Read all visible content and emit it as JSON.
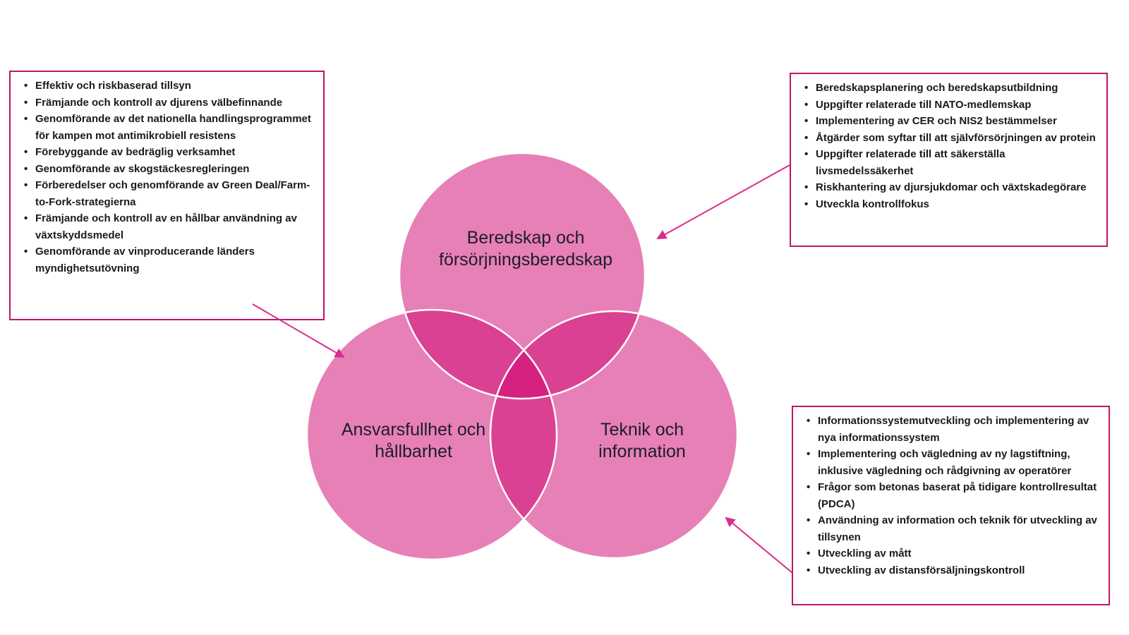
{
  "colors": {
    "circle_fill": "#cf016d",
    "circle_opacity": "0.5",
    "circle_outline": "#ffffff",
    "box_border": "#c31468",
    "arrow": "#d62e8c",
    "text": "#1a1a1a",
    "label_text": "#1d1d28"
  },
  "venn": {
    "circles": [
      {
        "name": "beredskap-och-forsorjningsberedskap",
        "lines": [
          "Beredskap och",
          "försörjningsberedskap"
        ]
      },
      {
        "name": "ansvarsfullhet-och-hallbarhet",
        "lines": [
          "Ansvarsfullhet och",
          "hållbarhet"
        ]
      },
      {
        "name": "teknik-och-information",
        "lines": [
          "Teknik och",
          "information"
        ]
      }
    ]
  },
  "boxes": {
    "left": {
      "items": [
        "Effektiv och riskbaserad tillsyn",
        "Främjande och kontroll av djurens välbefinnande",
        "Genomförande av det nationella handlingsprogrammet för kampen mot antimikrobiell resistens",
        "Förebyggande av bedräglig verksamhet",
        "Genomförande av skogstäckesregleringen",
        "Förberedelser och genomförande av Green Deal/Farm-to-Fork-strategierna",
        "Främjande och kontroll av en hållbar användning av växtskyddsmedel",
        "Genomförande av vinproducerande länders myndighetsutövning"
      ]
    },
    "top_right": {
      "items": [
        "Beredskapsplanering och beredskapsutbildning",
        "Uppgifter relaterade till NATO-medlemskap",
        "Implementering av CER och NIS2 bestämmelser",
        "Åtgärder som syftar till att självförsörjningen av protein",
        "Uppgifter relaterade till att säkerställa livsmedelssäkerhet",
        "Riskhantering av djursjukdomar och växtskadegörare",
        "Utveckla kontrollfokus"
      ]
    },
    "bottom_right": {
      "items": [
        "Informationssystemutveckling och implementering av nya informationssystem",
        "Implementering och vägledning av ny lagstiftning, inklusive vägledning och rådgivning av operatörer",
        "Frågor som betonas baserat på tidigare kontrollresultat (PDCA)",
        "Användning av information och teknik för utveckling av tillsynen",
        "Utveckling av mått",
        "Utveckling av distansförsäljningskontroll"
      ]
    }
  }
}
